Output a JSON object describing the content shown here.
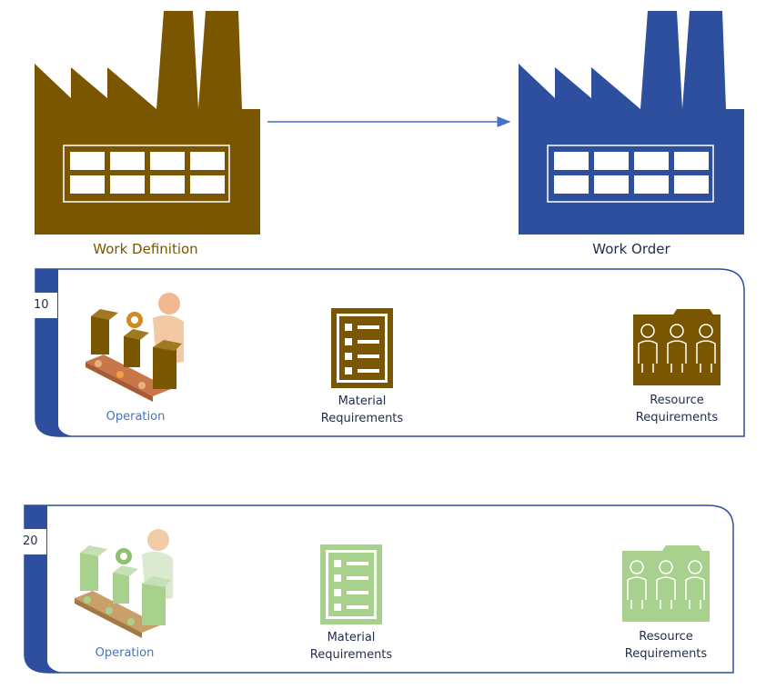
{
  "colors": {
    "definition": "#7a5600",
    "order": "#2e4f9e",
    "frame": "#2e4f9e",
    "label_blue": "#4472c4",
    "green": "#a9d18e",
    "text_dark": "#1f2d4a"
  },
  "top": {
    "left_factory_label": "Work Definition",
    "right_factory_label": "Work Order"
  },
  "steps": [
    {
      "number": "10",
      "operation_label": "Operation",
      "material_label_line1": "Material",
      "material_label_line2": "Requirements",
      "resource_label_line1": "Resource",
      "resource_label_line2": "Requirements"
    },
    {
      "number": "20",
      "operation_label": "Operation",
      "material_label_line1": "Material",
      "material_label_line2": "Requirements",
      "resource_label_line1": "Resource",
      "resource_label_line2": "Requirements"
    }
  ]
}
